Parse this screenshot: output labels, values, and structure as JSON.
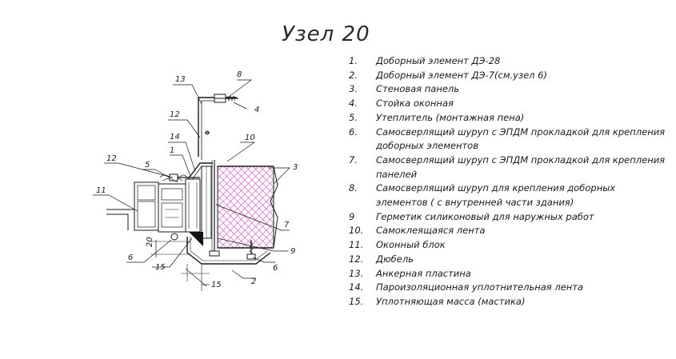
{
  "title": "Узел 20",
  "legend": [
    {
      "num": "1.",
      "text": "Доборный элемент ДЭ-28"
    },
    {
      "num": "2.",
      "text": "Доборный элемент ДЭ-7(см.узел 6)"
    },
    {
      "num": "3.",
      "text": "Стеновая панель"
    },
    {
      "num": "4.",
      "text": "Стойка оконная"
    },
    {
      "num": "5.",
      "text": "Утеплитель (монтажная пена)"
    },
    {
      "num": "6.",
      "text": "Самосверлящий шуруп с ЭПДМ прокладкой для крепления доборных элементов"
    },
    {
      "num": "7.",
      "text": "Самосверлящий шуруп с ЭПДМ прокладкой для крепления панелей"
    },
    {
      "num": "8.",
      "text": "Самосверлящий шуруп для крепления доборных элементов ( с внутренней части здания)"
    },
    {
      "num": "9",
      "text": "Герметик силиконовый для наружных работ"
    },
    {
      "num": "10.",
      "text": "Самоклеящаяся лента"
    },
    {
      "num": "11.",
      "text": "Оконный блок"
    },
    {
      "num": "12.",
      "text": "Дюбель"
    },
    {
      "num": "13.",
      "text": "Анкерная пластина"
    },
    {
      "num": "14.",
      "text": "Пароизоляционная уплотнительная лента"
    },
    {
      "num": "15.",
      "text": "Уплотняющая масса (мастика)"
    }
  ],
  "callouts": {
    "c13": "13",
    "c8": "8",
    "c4": "4",
    "c12a": "12",
    "c10": "10",
    "c14": "14",
    "c1": "1",
    "c3": "3",
    "c12b": "12",
    "c5": "5",
    "c11": "11",
    "c7": "7",
    "c9": "9",
    "c20": "20",
    "c6a": "6",
    "c15a": "15",
    "c6b": "6",
    "c2": "2",
    "c15b": "15"
  },
  "colors": {
    "line": "#1a1a1a",
    "insulation_hatch": "#d65fc9",
    "sealant": "#111111"
  }
}
